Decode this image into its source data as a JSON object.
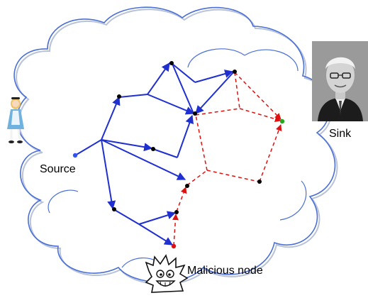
{
  "labels": {
    "source": "Source",
    "sink": "Sink",
    "malicious": "Malicious node"
  },
  "colors": {
    "cloud": "#4a6fd6",
    "cloud_shadow": "#b8c2d8",
    "honest_edge": "#1f2fd0",
    "malicious_edge": "#e01010",
    "node": "#000000",
    "source_node": "#3355ee",
    "sink_node": "#22aa22",
    "malicious_node": "#e01010"
  },
  "icons": {
    "source_person": "alice-girl-icon",
    "sink_person": "old-man-portrait-icon",
    "malicious_person": "grinning-cartoon-face-icon"
  }
}
